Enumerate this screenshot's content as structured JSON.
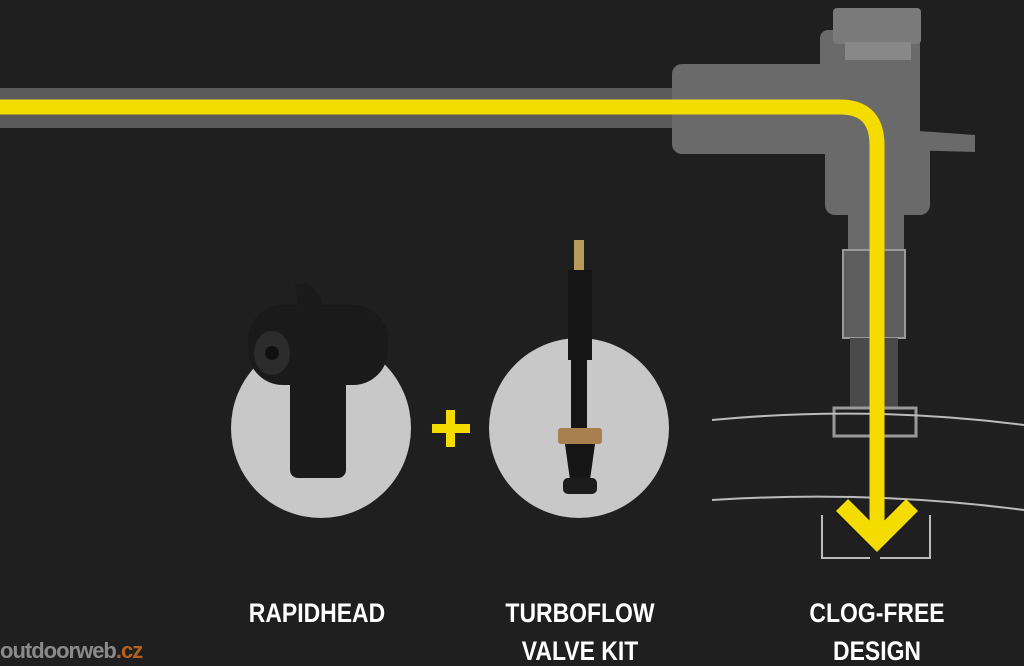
{
  "labels": {
    "rapidhead": "RAPIDHEAD",
    "turboflow_line1": "TURBOFLOW",
    "turboflow_line2": "VALVE KIT",
    "clogfree_line1": "CLOG-FREE",
    "clogfree_line2": "DESIGN",
    "plus": "+"
  },
  "watermark": {
    "main": "outdoorweb",
    "suffix": ".cz"
  },
  "colors": {
    "accent": "#f5dc00",
    "background": "#1f1f1f",
    "circle": "#c8c8c8"
  }
}
